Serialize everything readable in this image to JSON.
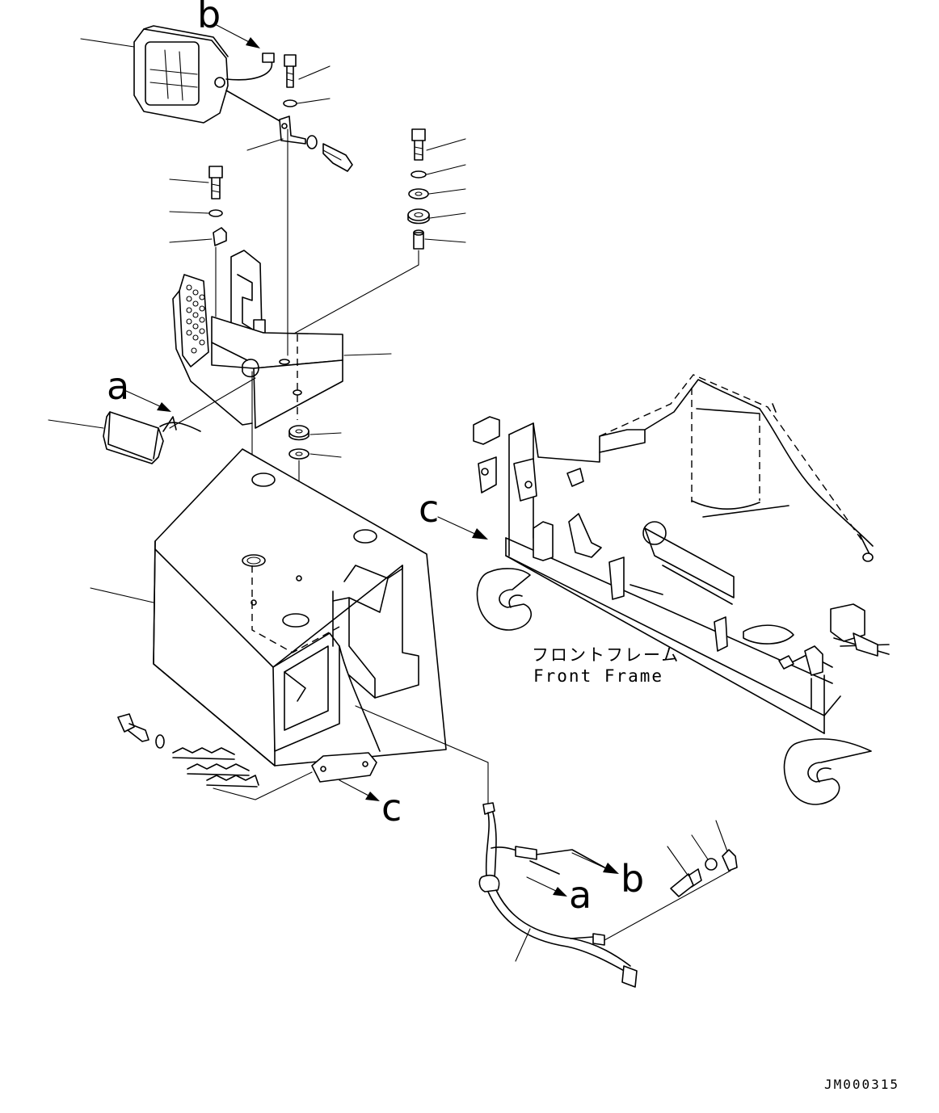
{
  "references": {
    "a_top": "a",
    "b_top": "b",
    "c_frame": "c",
    "c_bottom": "c",
    "a_harness": "a",
    "b_harness": "b"
  },
  "annotation": {
    "line_jp": "フロントフレーム",
    "line_en": "Front Frame"
  },
  "drawing_code": "JM000315"
}
